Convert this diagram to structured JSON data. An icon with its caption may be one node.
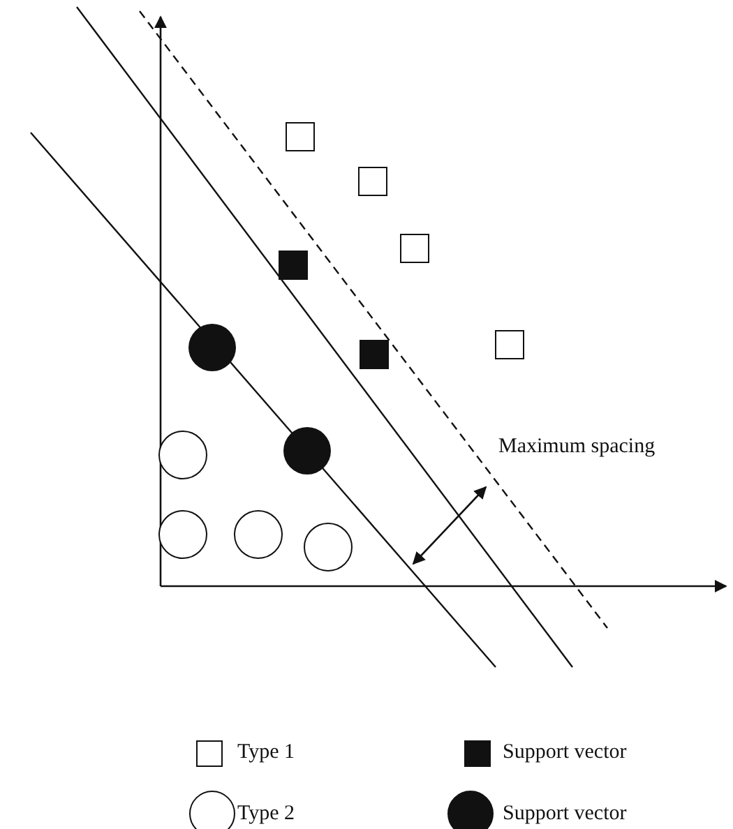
{
  "diagram": {
    "labels": [
      "Maximum spacing"
    ],
    "legend": [
      {
        "text": "Type 1"
      },
      {
        "text": "Support vector"
      },
      {
        "text": "Type 2"
      },
      {
        "text": "Support vector"
      }
    ]
  }
}
